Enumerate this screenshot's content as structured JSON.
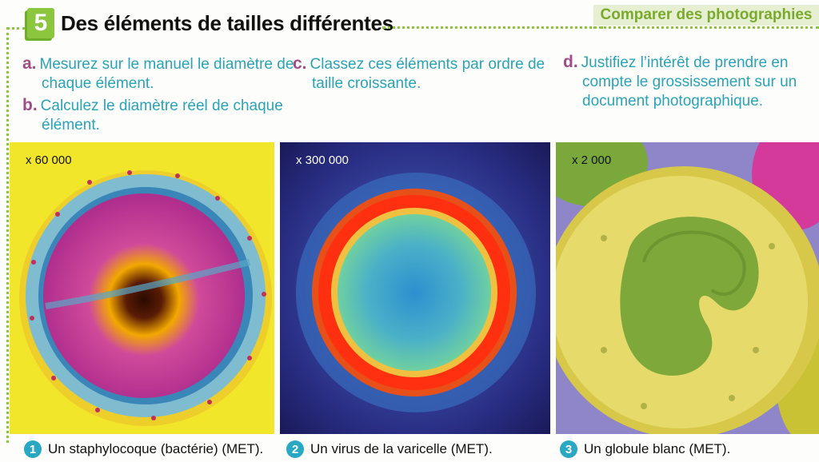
{
  "header": {
    "exercise_number": "5",
    "title": "Des éléments de tailles différentes",
    "topic_tab": "Comparer des photographies",
    "accent_color": "#8cc63f"
  },
  "questions": [
    {
      "letter": "a.",
      "text": "Mesurez sur le manuel le diamètre de chaque élément."
    },
    {
      "letter": "b.",
      "text": "Calculez le diamètre réel de chaque élément."
    },
    {
      "letter": "c.",
      "text": "Classez ces éléments par ordre de taille croissante."
    },
    {
      "letter": "d.",
      "text": "Justifiez l’intérêt de prendre en compte le grossissement sur un document photographique."
    }
  ],
  "photos": [
    {
      "magnification": "x 60 000",
      "number": "1",
      "caption": "Un staphylocoque (bactérie) (MET)."
    },
    {
      "magnification": "x 300 000",
      "number": "2",
      "caption": "Un virus de la varicelle (MET)."
    },
    {
      "magnification": "x 2 000",
      "number": "3",
      "caption": "Un globule blanc (MET)."
    }
  ]
}
